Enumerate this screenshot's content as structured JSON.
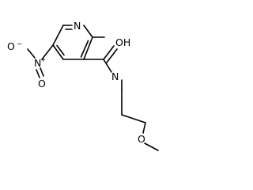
{
  "structure": {
    "atoms": {
      "ring_nitrogen": "N",
      "nitro_nitrogen": "N",
      "nitro_nitrogen_charge": "+",
      "nitro_oxygen_left": "O",
      "nitro_oxygen_left_charge": "−",
      "nitro_oxygen_right": "O",
      "amide_oxygen": "OH",
      "amide_nitrogen": "N",
      "ether_oxygen": "O"
    }
  }
}
